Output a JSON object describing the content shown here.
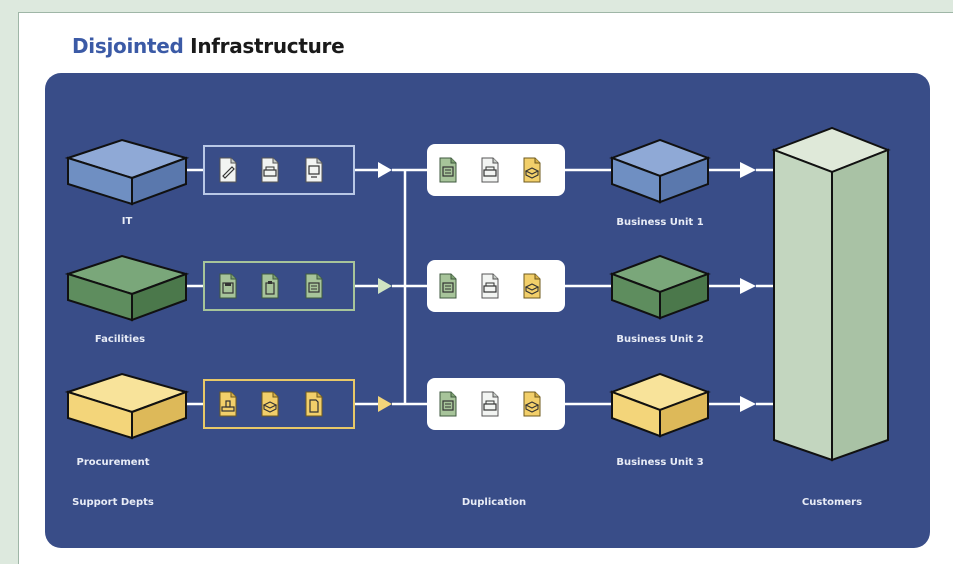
{
  "title": {
    "part1": "Disjointed",
    "part2": "Infrastructure"
  },
  "colors": {
    "background": "#dde9de",
    "panel": "#394d88",
    "it_blue": "#6f8fc2",
    "facilities_green": "#5e8d5e",
    "procurement_yellow": "#f3d57a",
    "customers_column": "#c3d6bf",
    "connector": "#ffffff"
  },
  "departments": [
    {
      "label": "IT",
      "color": "blue",
      "docs": [
        "pen-document-icon",
        "printer-document-icon",
        "computer-document-icon"
      ]
    },
    {
      "label": "Facilities",
      "color": "green",
      "docs": [
        "floppy-document-icon",
        "clipboard-document-icon",
        "form-document-icon"
      ]
    },
    {
      "label": "Procurement",
      "color": "yellow",
      "docs": [
        "stamp-document-icon",
        "box-document-icon",
        "folder-document-icon"
      ]
    }
  ],
  "duplication_groups": [
    {
      "docs": [
        "form-document-icon",
        "printer-document-icon",
        "box-document-icon"
      ]
    },
    {
      "docs": [
        "form-document-icon",
        "printer-document-icon",
        "box-document-icon"
      ]
    },
    {
      "docs": [
        "form-document-icon",
        "printer-document-icon",
        "box-document-icon"
      ]
    }
  ],
  "business_units": [
    {
      "label": "Business Unit 1",
      "color": "blue"
    },
    {
      "label": "Business Unit 2",
      "color": "green"
    },
    {
      "label": "Business Unit 3",
      "color": "yellow"
    }
  ],
  "columns": {
    "support": "Support Depts",
    "duplication": "Duplication",
    "customers": "Customers"
  }
}
